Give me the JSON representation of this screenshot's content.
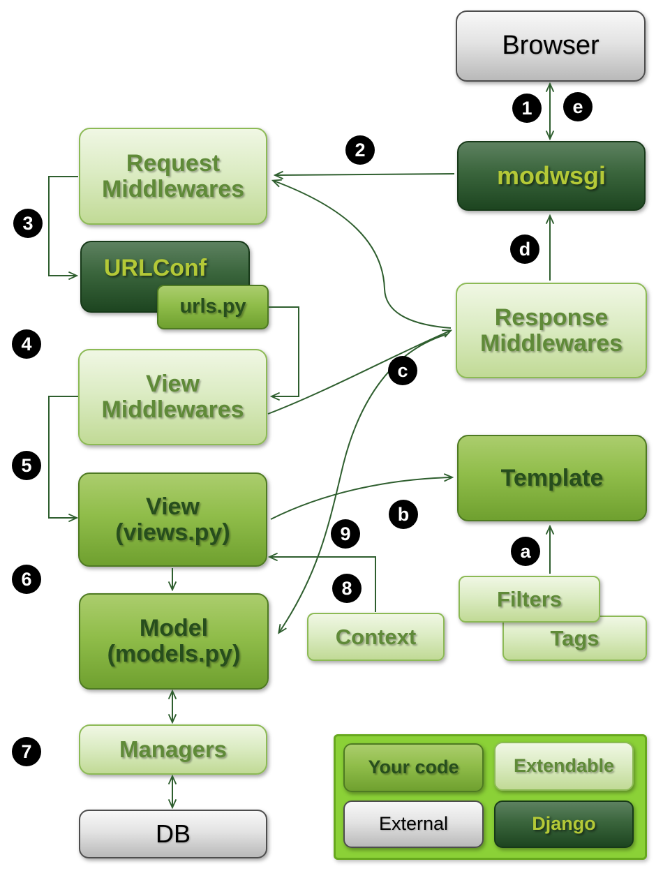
{
  "nodes": {
    "browser": {
      "label": "Browser"
    },
    "modwsgi": {
      "label": "modwsgi"
    },
    "request_middlewares": {
      "label": "Request\nMiddlewares"
    },
    "urlconf": {
      "label": "URLConf"
    },
    "urls_py": {
      "label": "urls.py"
    },
    "view_middlewares": {
      "label": "View\nMiddlewares"
    },
    "view": {
      "label": "View\n(views.py)"
    },
    "model": {
      "label": "Model\n(models.py)"
    },
    "managers": {
      "label": "Managers"
    },
    "db": {
      "label": "DB"
    },
    "response_middlewares": {
      "label": "Response\nMiddlewares"
    },
    "template": {
      "label": "Template"
    },
    "filters": {
      "label": "Filters"
    },
    "tags": {
      "label": "Tags"
    },
    "context": {
      "label": "Context"
    }
  },
  "badges": {
    "1": "1",
    "2": "2",
    "3": "3",
    "4": "4",
    "5": "5",
    "6": "6",
    "7": "7",
    "8": "8",
    "9": "9",
    "a": "a",
    "b": "b",
    "c": "c",
    "d": "d",
    "e": "e"
  },
  "legend": {
    "your_code": "Your code",
    "extendable": "Extendable",
    "external": "External",
    "django": "Django"
  },
  "colors": {
    "arrow": "#2e5e2e",
    "badge_bg": "#000000",
    "badge_text": "#ffffff",
    "legend_panel": "#8bd137",
    "light_box": "#dcecc4",
    "medium_box": "#90bd4a",
    "dark_box": "#3a653c",
    "gray_box": "#e3e3e3"
  }
}
